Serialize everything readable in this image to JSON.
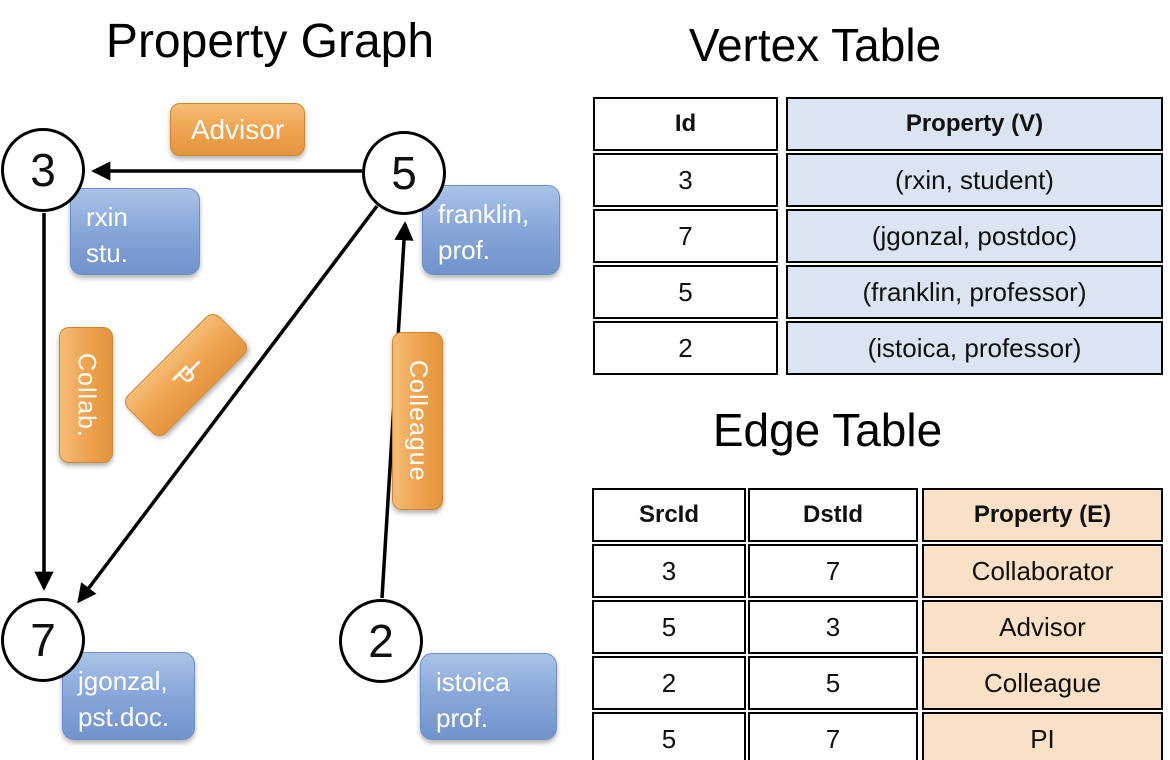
{
  "titles": {
    "graph": "Property Graph",
    "vertex": "Vertex Table",
    "edge": "Edge Table"
  },
  "graph": {
    "nodes": [
      {
        "id": "3",
        "prop_line1": "rxin",
        "prop_line2": "stu."
      },
      {
        "id": "5",
        "prop_line1": "franklin,",
        "prop_line2": "prof."
      },
      {
        "id": "7",
        "prop_line1": "jgonzal,",
        "prop_line2": "pst.doc."
      },
      {
        "id": "2",
        "prop_line1": "istoica",
        "prop_line2": "prof."
      }
    ],
    "edge_labels": {
      "advisor": "Advisor",
      "collab": "Collab.",
      "pi": "PI",
      "colleague": "Colleague"
    }
  },
  "vertex_table": {
    "col_id": "Id",
    "col_prop": "Property (V)",
    "rows": [
      {
        "id": "3",
        "prop": "(rxin, student)"
      },
      {
        "id": "7",
        "prop": "(jgonzal, postdoc)"
      },
      {
        "id": "5",
        "prop": "(franklin, professor)"
      },
      {
        "id": "2",
        "prop": "(istoica, professor)"
      }
    ]
  },
  "edge_table": {
    "col_src": "SrcId",
    "col_dst": "DstId",
    "col_prop": "Property (E)",
    "rows": [
      {
        "src": "3",
        "dst": "7",
        "prop": "Collaborator"
      },
      {
        "src": "5",
        "dst": "3",
        "prop": "Advisor"
      },
      {
        "src": "2",
        "dst": "5",
        "prop": "Colleague"
      },
      {
        "src": "5",
        "dst": "7",
        "prop": "PI"
      }
    ]
  },
  "colors": {
    "orange_top": "#f6bc75",
    "orange_bottom": "#e3953c",
    "blue_top": "#aac4e8",
    "blue_bottom": "#7093cc",
    "vertex_property_bg": "#dbe5f2",
    "edge_property_bg": "#f8e1c6",
    "line": "#000000"
  }
}
